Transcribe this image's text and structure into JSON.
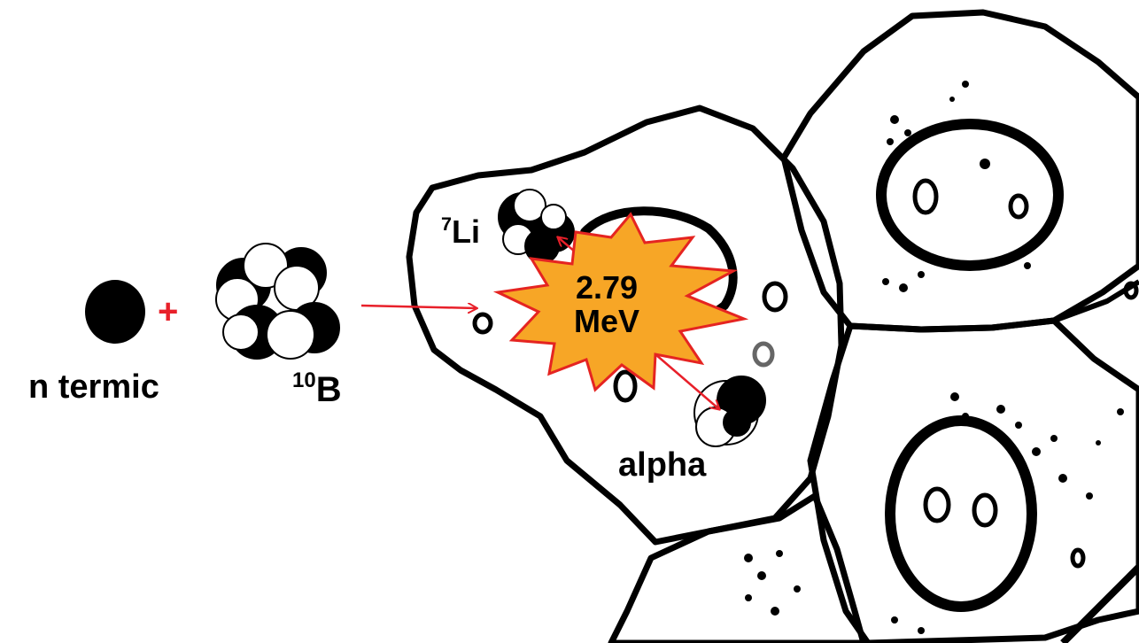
{
  "labels": {
    "neutron": "n termic",
    "plus": "+",
    "boron_mass": "10",
    "boron_symbol": "B",
    "lithium_mass": "7",
    "lithium_symbol": "Li",
    "energy_value": "2.79",
    "energy_unit": "MeV",
    "alpha": "alpha"
  },
  "colors": {
    "arrow": "#e8202a",
    "burst_fill": "#f7a626",
    "burst_stroke": "#e52421",
    "ink": "#000000",
    "plus": "#e8202a"
  }
}
